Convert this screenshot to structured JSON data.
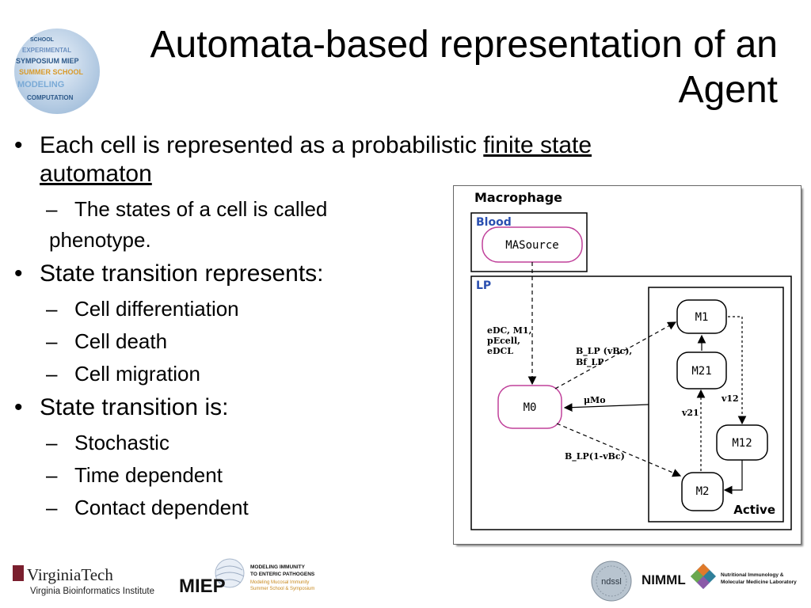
{
  "slide": {
    "title": "Automata-based representation of an Agent"
  },
  "bullets": {
    "b1_text": "Each cell is represented as a probabilistic ",
    "b1_link": "finite state automaton",
    "b1_sub1_line1": "The states of a cell is called",
    "b1_sub1_line2": "phenotype.",
    "b2_text": "State transition represents:",
    "b2_subs": [
      "Cell differentiation",
      "Cell death",
      "Cell migration"
    ],
    "b3_text": "State transition is:",
    "b3_subs": [
      "Stochastic",
      "Time dependent",
      "Contact dependent"
    ]
  },
  "diagram": {
    "outer_label": "Macrophage",
    "blood_label": "Blood",
    "lp_label": "LP",
    "active_label": "Active",
    "states": {
      "masource": "MASource",
      "m0": "M0",
      "m1": "M1",
      "m21": "M21",
      "m12": "M12",
      "m2": "M2"
    },
    "edge_labels": {
      "to_m0_l1": "eDC, M1,",
      "to_m0_l2": "pEcell,",
      "to_m0_l3": "eDCL",
      "m0_m1_l1": "B_LP (vBc),",
      "m0_m1_l2": "Bf_LP",
      "active_m0": "μMo",
      "m0_m2": "B_LP(1-vBc)",
      "v12": "v12",
      "v21": "v21"
    },
    "colors": {
      "m0_border": "#c0409a",
      "masource_border": "#c0409a",
      "blood_label": "#2a4fb0",
      "lp_label": "#2a4fb0"
    }
  },
  "logos": {
    "globe_words": [
      "SCHOOL",
      "EXPERIMENTAL",
      "SYMPOSIUM MIEP",
      "SUMMER SCHOOL",
      "MODELING",
      "COMPUTATION"
    ],
    "vt_name": "VirginiaTech",
    "vt_institute": "Virginia Bioinformatics Institute",
    "miep": "MIEP",
    "miep_line1": "MODELING IMMUNITY",
    "miep_line2": "TO ENTERIC PATHOGENS",
    "miep_line3": "Modeling Mucosal Immunity",
    "miep_line4": "Summer School & Symposium",
    "ndssl": "ndssl",
    "nimml": "NIMML",
    "nimml_line1": "Nutritional Immunology &",
    "nimml_line2": "Molecular Medicine Laboratory"
  }
}
